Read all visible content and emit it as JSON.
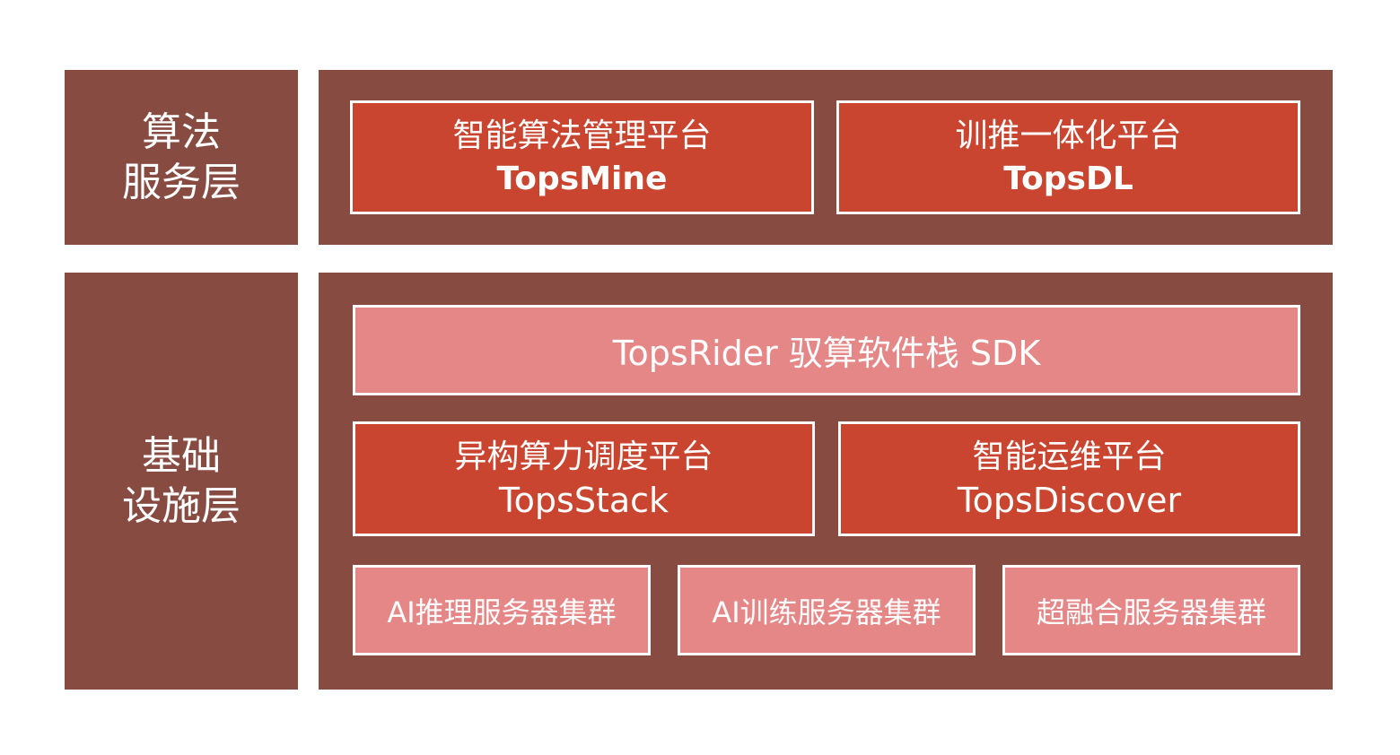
{
  "layers": {
    "algorithm": {
      "label_line1": "算法",
      "label_line2": "服务层",
      "boxes": [
        {
          "cn": "智能算法管理平台",
          "en": "TopsMine"
        },
        {
          "cn": "训推一体化平台",
          "en": "TopsDL"
        }
      ]
    },
    "infrastructure": {
      "label_line1": "基础",
      "label_line2": "设施层",
      "sdk": "TopsRider 驭算软件栈 SDK",
      "platforms": [
        {
          "cn": "异构算力调度平台",
          "en": "TopsStack"
        },
        {
          "cn": "智能运维平台",
          "en": "TopsDiscover"
        }
      ],
      "clusters": [
        "AI推理服务器集群",
        "AI训练服务器集群",
        "超融合服务器集群"
      ]
    }
  },
  "colors": {
    "panel": "#874b42",
    "dark_box": "#c9452f",
    "light_box": "#e58787",
    "text": "#ffffff"
  }
}
